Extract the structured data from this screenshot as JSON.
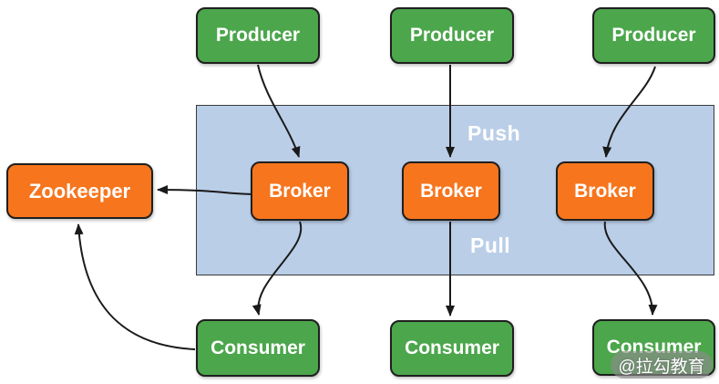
{
  "diagram": {
    "type": "kafka-architecture-flow",
    "nodes": [
      {
        "id": "producer-1",
        "label": "Producer",
        "role": "producer"
      },
      {
        "id": "producer-2",
        "label": "Producer",
        "role": "producer"
      },
      {
        "id": "producer-3",
        "label": "Producer",
        "role": "producer"
      },
      {
        "id": "zookeeper",
        "label": "Zookeeper",
        "role": "zookeeper"
      },
      {
        "id": "broker-1",
        "label": "Broker",
        "role": "broker"
      },
      {
        "id": "broker-2",
        "label": "Broker",
        "role": "broker"
      },
      {
        "id": "broker-3",
        "label": "Broker",
        "role": "broker"
      },
      {
        "id": "consumer-1",
        "label": "Consumer",
        "role": "consumer"
      },
      {
        "id": "consumer-2",
        "label": "Consumer",
        "role": "consumer"
      },
      {
        "id": "consumer-3",
        "label": "Consumer",
        "role": "consumer"
      }
    ],
    "cluster_labels": {
      "push": "Push",
      "pull": "Pull"
    },
    "edges": [
      {
        "from": "producer-1",
        "to": "broker-1",
        "label": ""
      },
      {
        "from": "producer-2",
        "to": "broker-2",
        "label": ""
      },
      {
        "from": "producer-3",
        "to": "broker-3",
        "label": ""
      },
      {
        "from": "broker-1",
        "to": "zookeeper",
        "label": ""
      },
      {
        "from": "broker-1",
        "to": "consumer-1",
        "label": ""
      },
      {
        "from": "broker-2",
        "to": "consumer-2",
        "label": ""
      },
      {
        "from": "broker-3",
        "to": "consumer-3",
        "label": ""
      },
      {
        "from": "consumer-1",
        "to": "zookeeper",
        "label": ""
      }
    ],
    "watermark": "@拉勾教育",
    "colors": {
      "producer_consumer_fill": "#4CA64C",
      "broker_zookeeper_fill": "#F7751D",
      "cluster_fill": "#BACEE8",
      "arrow": "#1a1a1a",
      "label_text": "#FFFFFF"
    }
  }
}
